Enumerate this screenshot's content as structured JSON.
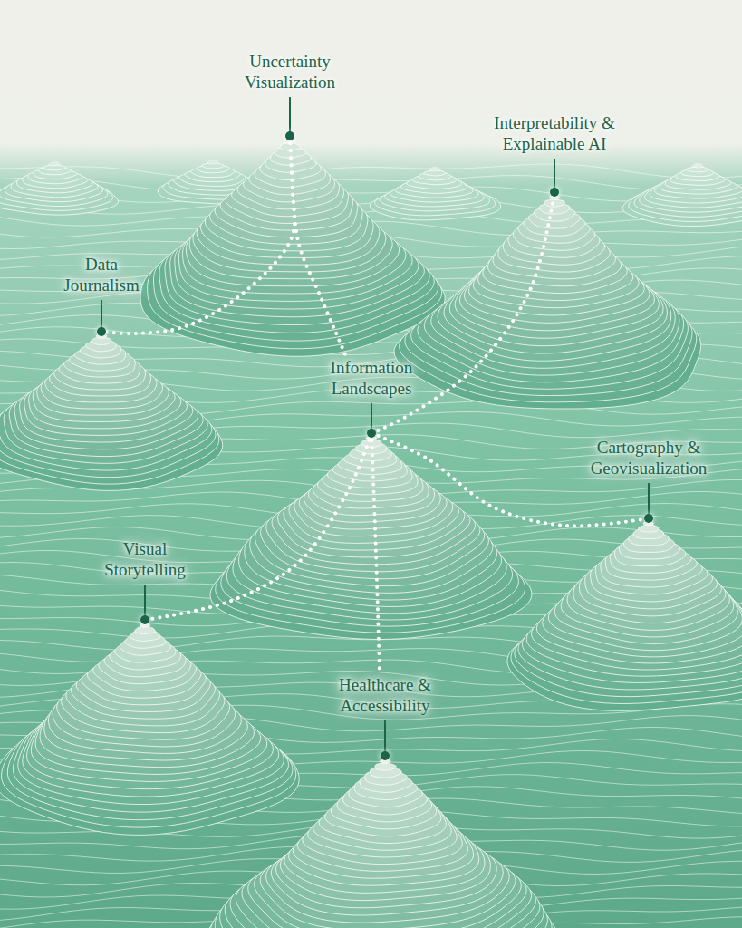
{
  "diagram": {
    "nodes": [
      {
        "text": [
          "Uncertainty Visualization"
        ]
      },
      {
        "text": [
          "Interpretability & Explainable AI"
        ]
      },
      {
        "text": [
          "Data Journalism"
        ]
      },
      {
        "text": [
          "Information Landscapes"
        ]
      },
      {
        "text": [
          "Cartography & Geovisualization"
        ]
      },
      {
        "text": [
          "Visual Storytelling"
        ]
      },
      {
        "text": [
          "Healthcare & Accessibility"
        ]
      }
    ],
    "edges": [
      {
        "from": 0,
        "to": 2,
        "arrow": "none"
      },
      {
        "from": 0,
        "to": 3,
        "arrow": "none"
      },
      {
        "from": 3,
        "to": 1,
        "arrow": "none"
      },
      {
        "from": 3,
        "to": 4,
        "arrow": "none"
      },
      {
        "from": 3,
        "to": 5,
        "arrow": "none"
      },
      {
        "from": 3,
        "to": 6,
        "arrow": "none"
      }
    ]
  }
}
